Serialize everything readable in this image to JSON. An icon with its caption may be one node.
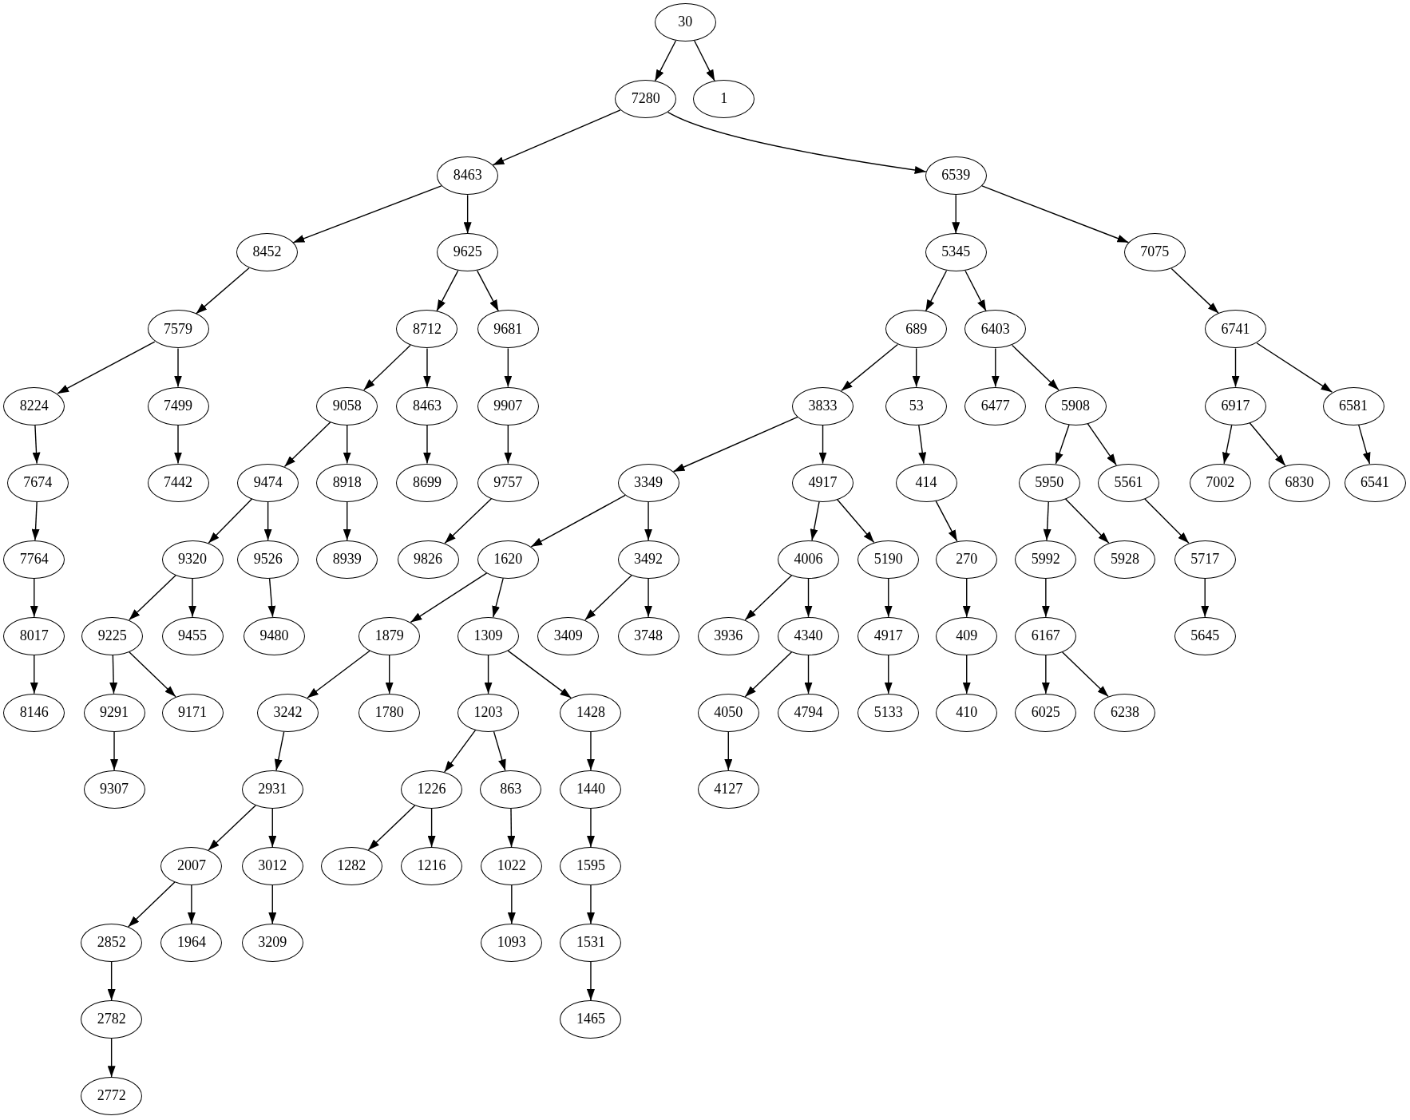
{
  "diagram": {
    "nodes": [
      {
        "text": [
          "30"
        ]
      },
      {
        "text": [
          "7280"
        ]
      },
      {
        "text": [
          "1"
        ]
      },
      {
        "text": [
          "8463"
        ]
      },
      {
        "text": [
          "6539"
        ]
      },
      {
        "text": [
          "8452"
        ]
      },
      {
        "text": [
          "9625"
        ]
      },
      {
        "text": [
          "5345"
        ]
      },
      {
        "text": [
          "7075"
        ]
      },
      {
        "text": [
          "7579"
        ]
      },
      {
        "text": [
          "8712"
        ]
      },
      {
        "text": [
          "9681"
        ]
      },
      {
        "text": [
          "689"
        ]
      },
      {
        "text": [
          "6403"
        ]
      },
      {
        "text": [
          "6741"
        ]
      },
      {
        "text": [
          "8224"
        ]
      },
      {
        "text": [
          "7499"
        ]
      },
      {
        "text": [
          "9058"
        ]
      },
      {
        "text": [
          "8463"
        ]
      },
      {
        "text": [
          "9907"
        ]
      },
      {
        "text": [
          "3833"
        ]
      },
      {
        "text": [
          "53"
        ]
      },
      {
        "text": [
          "6477"
        ]
      },
      {
        "text": [
          "5908"
        ]
      },
      {
        "text": [
          "6917"
        ]
      },
      {
        "text": [
          "6581"
        ]
      },
      {
        "text": [
          "7674"
        ]
      },
      {
        "text": [
          "7442"
        ]
      },
      {
        "text": [
          "9474"
        ]
      },
      {
        "text": [
          "8918"
        ]
      },
      {
        "text": [
          "8699"
        ]
      },
      {
        "text": [
          "9757"
        ]
      },
      {
        "text": [
          "3349"
        ]
      },
      {
        "text": [
          "4917"
        ]
      },
      {
        "text": [
          "414"
        ]
      },
      {
        "text": [
          "5950"
        ]
      },
      {
        "text": [
          "5561"
        ]
      },
      {
        "text": [
          "7002"
        ]
      },
      {
        "text": [
          "6830"
        ]
      },
      {
        "text": [
          "6541"
        ]
      },
      {
        "text": [
          "7764"
        ]
      },
      {
        "text": [
          "9320"
        ]
      },
      {
        "text": [
          "9526"
        ]
      },
      {
        "text": [
          "8939"
        ]
      },
      {
        "text": [
          "9826"
        ]
      },
      {
        "text": [
          "1620"
        ]
      },
      {
        "text": [
          "3492"
        ]
      },
      {
        "text": [
          "4006"
        ]
      },
      {
        "text": [
          "5190"
        ]
      },
      {
        "text": [
          "270"
        ]
      },
      {
        "text": [
          "5992"
        ]
      },
      {
        "text": [
          "5928"
        ]
      },
      {
        "text": [
          "5717"
        ]
      },
      {
        "text": [
          "8017"
        ]
      },
      {
        "text": [
          "9225"
        ]
      },
      {
        "text": [
          "9455"
        ]
      },
      {
        "text": [
          "9480"
        ]
      },
      {
        "text": [
          "1879"
        ]
      },
      {
        "text": [
          "1309"
        ]
      },
      {
        "text": [
          "3409"
        ]
      },
      {
        "text": [
          "3748"
        ]
      },
      {
        "text": [
          "3936"
        ]
      },
      {
        "text": [
          "4340"
        ]
      },
      {
        "text": [
          "4917"
        ]
      },
      {
        "text": [
          "409"
        ]
      },
      {
        "text": [
          "6167"
        ]
      },
      {
        "text": [
          "5645"
        ]
      },
      {
        "text": [
          "8146"
        ]
      },
      {
        "text": [
          "9291"
        ]
      },
      {
        "text": [
          "9171"
        ]
      },
      {
        "text": [
          "3242"
        ]
      },
      {
        "text": [
          "1780"
        ]
      },
      {
        "text": [
          "1203"
        ]
      },
      {
        "text": [
          "1428"
        ]
      },
      {
        "text": [
          "4050"
        ]
      },
      {
        "text": [
          "4794"
        ]
      },
      {
        "text": [
          "5133"
        ]
      },
      {
        "text": [
          "410"
        ]
      },
      {
        "text": [
          "6025"
        ]
      },
      {
        "text": [
          "6238"
        ]
      },
      {
        "text": [
          "9307"
        ]
      },
      {
        "text": [
          "2931"
        ]
      },
      {
        "text": [
          "1226"
        ]
      },
      {
        "text": [
          "863"
        ]
      },
      {
        "text": [
          "1440"
        ]
      },
      {
        "text": [
          "4127"
        ]
      },
      {
        "text": [
          "2007"
        ]
      },
      {
        "text": [
          "3012"
        ]
      },
      {
        "text": [
          "1282"
        ]
      },
      {
        "text": [
          "1216"
        ]
      },
      {
        "text": [
          "1022"
        ]
      },
      {
        "text": [
          "1595"
        ]
      },
      {
        "text": [
          "2852"
        ]
      },
      {
        "text": [
          "1964"
        ]
      },
      {
        "text": [
          "3209"
        ]
      },
      {
        "text": [
          "1093"
        ]
      },
      {
        "text": [
          "1531"
        ]
      },
      {
        "text": [
          "2782"
        ]
      },
      {
        "text": [
          "1465"
        ]
      },
      {
        "text": [
          "2772"
        ]
      }
    ],
    "edges": [
      {
        "from": 0,
        "to": 1,
        "arrow": "to"
      },
      {
        "from": 0,
        "to": 2,
        "arrow": "to"
      },
      {
        "from": 1,
        "to": 3,
        "arrow": "to"
      },
      {
        "from": 1,
        "to": 4,
        "arrow": "to"
      },
      {
        "from": 3,
        "to": 5,
        "arrow": "to"
      },
      {
        "from": 3,
        "to": 6,
        "arrow": "to"
      },
      {
        "from": 4,
        "to": 7,
        "arrow": "to"
      },
      {
        "from": 4,
        "to": 8,
        "arrow": "to"
      },
      {
        "from": 5,
        "to": 9,
        "arrow": "to"
      },
      {
        "from": 6,
        "to": 10,
        "arrow": "to"
      },
      {
        "from": 6,
        "to": 11,
        "arrow": "to"
      },
      {
        "from": 7,
        "to": 12,
        "arrow": "to"
      },
      {
        "from": 7,
        "to": 13,
        "arrow": "to"
      },
      {
        "from": 8,
        "to": 14,
        "arrow": "to"
      },
      {
        "from": 9,
        "to": 15,
        "arrow": "to"
      },
      {
        "from": 9,
        "to": 16,
        "arrow": "to"
      },
      {
        "from": 10,
        "to": 17,
        "arrow": "to"
      },
      {
        "from": 10,
        "to": 18,
        "arrow": "to"
      },
      {
        "from": 11,
        "to": 19,
        "arrow": "to"
      },
      {
        "from": 12,
        "to": 20,
        "arrow": "to"
      },
      {
        "from": 12,
        "to": 21,
        "arrow": "to"
      },
      {
        "from": 13,
        "to": 22,
        "arrow": "to"
      },
      {
        "from": 13,
        "to": 23,
        "arrow": "to"
      },
      {
        "from": 14,
        "to": 24,
        "arrow": "to"
      },
      {
        "from": 14,
        "to": 25,
        "arrow": "to"
      },
      {
        "from": 15,
        "to": 26,
        "arrow": "to"
      },
      {
        "from": 16,
        "to": 27,
        "arrow": "to"
      },
      {
        "from": 17,
        "to": 28,
        "arrow": "to"
      },
      {
        "from": 17,
        "to": 29,
        "arrow": "to"
      },
      {
        "from": 18,
        "to": 30,
        "arrow": "to"
      },
      {
        "from": 19,
        "to": 31,
        "arrow": "to"
      },
      {
        "from": 20,
        "to": 32,
        "arrow": "to"
      },
      {
        "from": 20,
        "to": 33,
        "arrow": "to"
      },
      {
        "from": 21,
        "to": 34,
        "arrow": "to"
      },
      {
        "from": 23,
        "to": 35,
        "arrow": "to"
      },
      {
        "from": 23,
        "to": 36,
        "arrow": "to"
      },
      {
        "from": 24,
        "to": 37,
        "arrow": "to"
      },
      {
        "from": 24,
        "to": 38,
        "arrow": "to"
      },
      {
        "from": 25,
        "to": 39,
        "arrow": "to"
      },
      {
        "from": 26,
        "to": 40,
        "arrow": "to"
      },
      {
        "from": 28,
        "to": 41,
        "arrow": "to"
      },
      {
        "from": 28,
        "to": 42,
        "arrow": "to"
      },
      {
        "from": 29,
        "to": 43,
        "arrow": "to"
      },
      {
        "from": 31,
        "to": 44,
        "arrow": "to"
      },
      {
        "from": 32,
        "to": 45,
        "arrow": "to"
      },
      {
        "from": 32,
        "to": 46,
        "arrow": "to"
      },
      {
        "from": 33,
        "to": 47,
        "arrow": "to"
      },
      {
        "from": 33,
        "to": 48,
        "arrow": "to"
      },
      {
        "from": 34,
        "to": 49,
        "arrow": "to"
      },
      {
        "from": 35,
        "to": 50,
        "arrow": "to"
      },
      {
        "from": 35,
        "to": 51,
        "arrow": "to"
      },
      {
        "from": 36,
        "to": 52,
        "arrow": "to"
      },
      {
        "from": 40,
        "to": 53,
        "arrow": "to"
      },
      {
        "from": 41,
        "to": 54,
        "arrow": "to"
      },
      {
        "from": 41,
        "to": 55,
        "arrow": "to"
      },
      {
        "from": 42,
        "to": 56,
        "arrow": "to"
      },
      {
        "from": 45,
        "to": 57,
        "arrow": "to"
      },
      {
        "from": 45,
        "to": 58,
        "arrow": "to"
      },
      {
        "from": 46,
        "to": 59,
        "arrow": "to"
      },
      {
        "from": 46,
        "to": 60,
        "arrow": "to"
      },
      {
        "from": 47,
        "to": 61,
        "arrow": "to"
      },
      {
        "from": 47,
        "to": 62,
        "arrow": "to"
      },
      {
        "from": 48,
        "to": 63,
        "arrow": "to"
      },
      {
        "from": 49,
        "to": 64,
        "arrow": "to"
      },
      {
        "from": 50,
        "to": 65,
        "arrow": "to"
      },
      {
        "from": 52,
        "to": 66,
        "arrow": "to"
      },
      {
        "from": 53,
        "to": 67,
        "arrow": "to"
      },
      {
        "from": 54,
        "to": 68,
        "arrow": "to"
      },
      {
        "from": 54,
        "to": 69,
        "arrow": "to"
      },
      {
        "from": 57,
        "to": 70,
        "arrow": "to"
      },
      {
        "from": 57,
        "to": 71,
        "arrow": "to"
      },
      {
        "from": 58,
        "to": 72,
        "arrow": "to"
      },
      {
        "from": 58,
        "to": 73,
        "arrow": "to"
      },
      {
        "from": 62,
        "to": 74,
        "arrow": "to"
      },
      {
        "from": 62,
        "to": 75,
        "arrow": "to"
      },
      {
        "from": 63,
        "to": 76,
        "arrow": "to"
      },
      {
        "from": 64,
        "to": 77,
        "arrow": "to"
      },
      {
        "from": 65,
        "to": 78,
        "arrow": "to"
      },
      {
        "from": 65,
        "to": 79,
        "arrow": "to"
      },
      {
        "from": 68,
        "to": 80,
        "arrow": "to"
      },
      {
        "from": 70,
        "to": 81,
        "arrow": "to"
      },
      {
        "from": 72,
        "to": 82,
        "arrow": "to"
      },
      {
        "from": 72,
        "to": 83,
        "arrow": "to"
      },
      {
        "from": 73,
        "to": 84,
        "arrow": "to"
      },
      {
        "from": 74,
        "to": 85,
        "arrow": "to"
      },
      {
        "from": 81,
        "to": 86,
        "arrow": "to"
      },
      {
        "from": 81,
        "to": 87,
        "arrow": "to"
      },
      {
        "from": 82,
        "to": 88,
        "arrow": "to"
      },
      {
        "from": 82,
        "to": 89,
        "arrow": "to"
      },
      {
        "from": 83,
        "to": 90,
        "arrow": "to"
      },
      {
        "from": 84,
        "to": 91,
        "arrow": "to"
      },
      {
        "from": 86,
        "to": 92,
        "arrow": "to"
      },
      {
        "from": 86,
        "to": 93,
        "arrow": "to"
      },
      {
        "from": 87,
        "to": 94,
        "arrow": "to"
      },
      {
        "from": 90,
        "to": 95,
        "arrow": "to"
      },
      {
        "from": 91,
        "to": 96,
        "arrow": "to"
      },
      {
        "from": 92,
        "to": 97,
        "arrow": "to"
      },
      {
        "from": 96,
        "to": 98,
        "arrow": "to"
      },
      {
        "from": 97,
        "to": 99,
        "arrow": "to"
      }
    ]
  }
}
